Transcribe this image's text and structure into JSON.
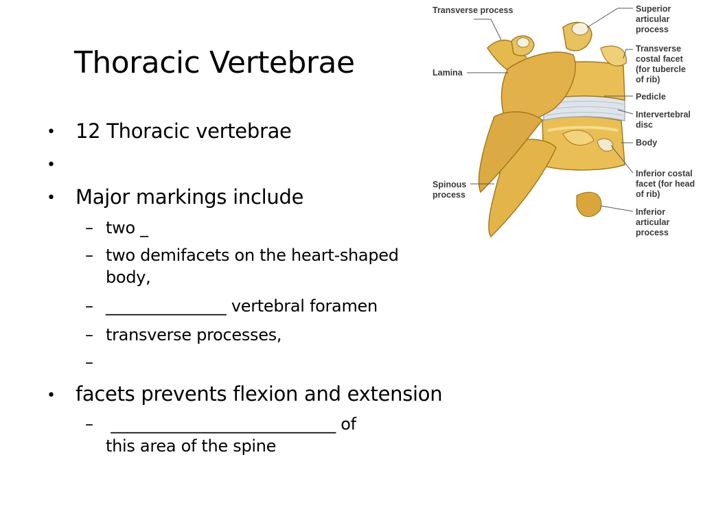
{
  "slide": {
    "title": "Thoracic Vertebrae",
    "bullets": [
      {
        "text": "12 Thoracic vertebrae"
      },
      {
        "text": ""
      },
      {
        "text": "Major markings include"
      },
      {
        "text": "facets prevents flexion and extension"
      }
    ],
    "subbullets": [
      {
        "line1": "two _",
        "line2": ""
      },
      {
        "line1": "two demifacets on the heart-shaped",
        "line2": "body,"
      },
      {
        "line1": "_______________ vertebral foramen",
        "line2": ""
      },
      {
        "line1": "transverse processes,",
        "line2": ""
      },
      {
        "line1": "",
        "line2": ""
      },
      {
        "line1": " ____________________________ of",
        "line2": "this area of the spine"
      }
    ],
    "bullet_glyph": "•",
    "dash_glyph": "–"
  },
  "figure": {
    "labels": {
      "transverse_process": "Transverse process",
      "lamina": "Lamina",
      "spinous_process": "Spinous\nprocess",
      "superior_articular_process": "Superior\narticular\nprocess",
      "transverse_costal_facet": "Transverse\ncostal facet\n(for tubercle\nof rib)",
      "pedicle": "Pedicle",
      "intervertebral_disc": "Intervertebral\ndisc",
      "body": "Body",
      "inferior_costal_facet": "Inferior costal\nfacet (for head\nof rib)",
      "inferior_articular_process": "Inferior\narticular\nprocess"
    },
    "colors": {
      "bone": "#e9bf55",
      "bone_shadow": "#b98a2a",
      "bone_light": "#f6dc8f",
      "disc": "#dfe4ea",
      "leader": "#555555"
    }
  }
}
